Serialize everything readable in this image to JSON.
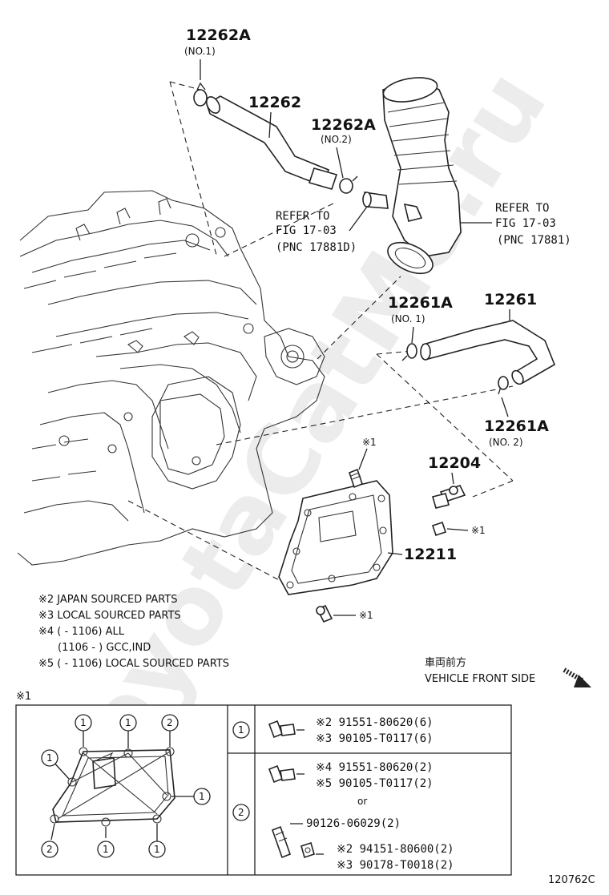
{
  "watermark": "ToyotaCatMe.ru",
  "figure_code": "120762C",
  "callouts": {
    "hose_upper": "12262",
    "clamp_no1": "12262A",
    "clamp_no1_sub": "(NO.1)",
    "clamp_no2": "12262A",
    "clamp_no2_sub": "(NO.2)",
    "ref_a_line1": "REFER TO",
    "ref_a_line2": "FIG 17-03",
    "ref_a_line3": "(PNC 17881D)",
    "ref_b_line1": "REFER TO",
    "ref_b_line2": "FIG 17-03",
    "ref_b_line3": "(PNC 17881)",
    "hose_lower": "12261",
    "clamp_lower_no1": "12261A",
    "clamp_lower_no1_sub": "(NO. 1)",
    "clamp_lower_no2": "12261A",
    "clamp_lower_no2_sub": "(NO. 2)",
    "valve": "12204",
    "case": "12211",
    "stud_ref": "※1",
    "nut_ref": "※1",
    "bolt_ref": "※1"
  },
  "notes": [
    "※2 JAPAN SOURCED PARTS",
    "※3 LOCAL SOURCED PARTS",
    "※4 (      - 1106) ALL",
    "(1106 -      ) GCC,IND",
    "※5 (      - 1106) LOCAL SOURCED PARTS"
  ],
  "direction": {
    "japanese": "車両前方",
    "english": "VEHICLE FRONT SIDE"
  },
  "detail": {
    "title": "※1",
    "markers": [
      "1",
      "1",
      "2",
      "1",
      "1",
      "2",
      "1",
      "1"
    ],
    "rows": [
      {
        "key": "1",
        "lines": [
          "※2 91551-80620(6)",
          "※3 90105-T0117(6)"
        ]
      },
      {
        "key": "2",
        "lines": [
          "※4 91551-80620(2)",
          "※5 90105-T0117(2)",
          "or",
          "90126-06029(2)",
          "※2 94151-80600(2)",
          "※3 90178-T0018(2)"
        ]
      }
    ]
  }
}
